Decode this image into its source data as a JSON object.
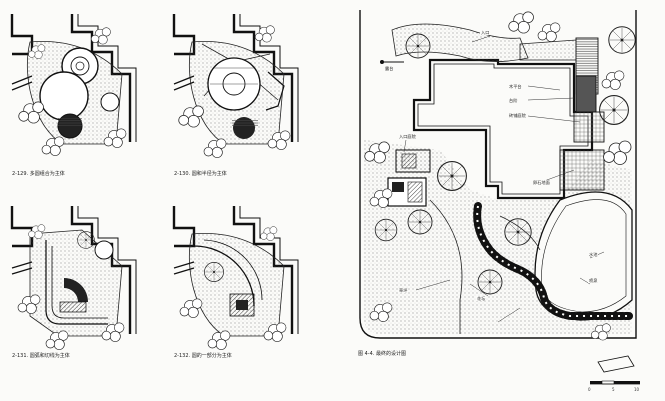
{
  "figures": [
    {
      "number": "2-129.",
      "caption": "多圆组合为主体"
    },
    {
      "number": "2-130.",
      "caption": "圆和半径为主体"
    },
    {
      "number": "2-131.",
      "caption": "圆弧和切线为主体"
    },
    {
      "number": "2-132.",
      "caption": "圆的一部分为主体"
    }
  ],
  "plan": {
    "caption_number": "图 4-4.",
    "caption": "最终的设计图",
    "labels": {
      "entry": "入口",
      "terrace": "露台",
      "gravel": "卵石地面",
      "entry_court": "入口庭院",
      "patio": "砖铺庭院",
      "fountain": "喷泉",
      "step": "台阶",
      "deck": "木平台",
      "pool": "水池",
      "lawn": "草坪",
      "bed": "花坛"
    },
    "scale_numbers": [
      "0",
      "5",
      "10"
    ]
  }
}
